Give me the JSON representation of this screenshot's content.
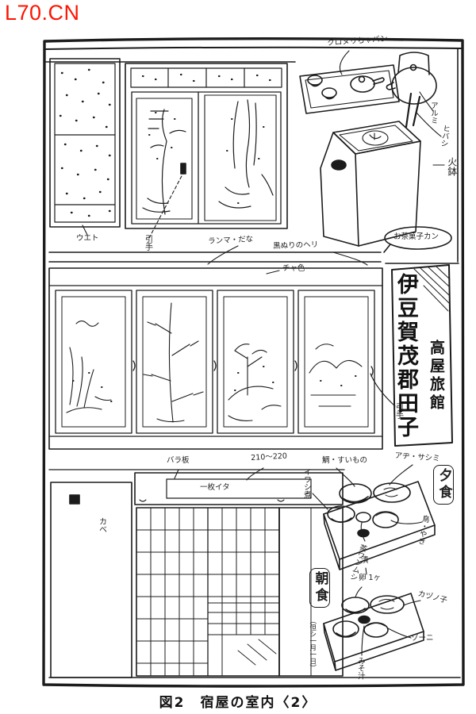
{
  "watermark": "L70.CN",
  "caption": "図2　宿屋の室内〈2〉",
  "colors": {
    "ink": "#1c1c1c",
    "paper": "#ffffff",
    "watermark": "#fe1400"
  },
  "banner": {
    "place": "伊豆賀茂郡田子",
    "inn": "高屋旅館"
  },
  "annotations": {
    "top": {
      "tea_tray": "クロヌリちゃバン",
      "kettle": "アルミ",
      "tongs": "ヒバシ",
      "brazier": "火鉢",
      "sweets_tin": "お茶菓子カン",
      "closet": "ウエト",
      "door_pull": "引手"
    },
    "middle": {
      "shelf": "ランマ・だな",
      "edge": "黒ぬりのヘリ",
      "color": "チャ色",
      "fusuma_pull": "引手"
    },
    "bottom": {
      "board_left": "バラ板",
      "board_size": "210〜220",
      "board_center": "一枚イタ",
      "wall": "カベ"
    },
    "dinner": {
      "title": "夕食",
      "dish1": "鯛・すいもの",
      "dish2": "アヂ・サシミ",
      "dish3": "イワシ煮",
      "dish4": "鳥・やき",
      "dish5": "茶ワンムシ"
    },
    "breakfast": {
      "title": "朝食",
      "note": "（但シ一月一日）",
      "dish1": "卵 1ヶ",
      "dish2": "カヅノ子",
      "dish3": "ゾーニ",
      "dish4": "みそ汁",
      "dish5": "漬"
    }
  }
}
